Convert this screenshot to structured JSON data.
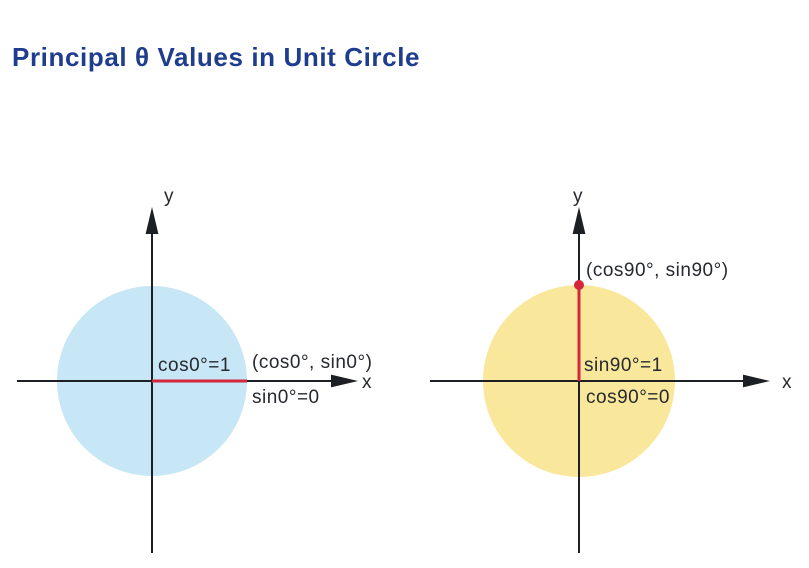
{
  "title": {
    "text": "Principal θ Values in Unit Circle",
    "color": "#1e3d8f"
  },
  "colors": {
    "background": "#ffffff",
    "axis": "#1c1f24",
    "label_text": "#26292e",
    "highlight_red": "#d2273c",
    "title_blue": "#1e3d8f",
    "circle_blue": "#c7e6f6",
    "circle_yellow": "#f9e79b"
  },
  "diagrams": [
    {
      "name": "theta-0",
      "circle_fill": "#c7e6f6",
      "y_axis_label": "y",
      "x_axis_label": "x",
      "point_label": "(cos0°, sin0°)",
      "cos_value_label": "cos0°=1",
      "sin_value_label": "sin0°=0"
    },
    {
      "name": "theta-90",
      "circle_fill": "#f9e79b",
      "y_axis_label": "y",
      "x_axis_label": "x",
      "point_label": "(cos90°, sin90°)",
      "sin_value_label": "sin90°=1",
      "cos_value_label": "cos90°=0"
    }
  ]
}
